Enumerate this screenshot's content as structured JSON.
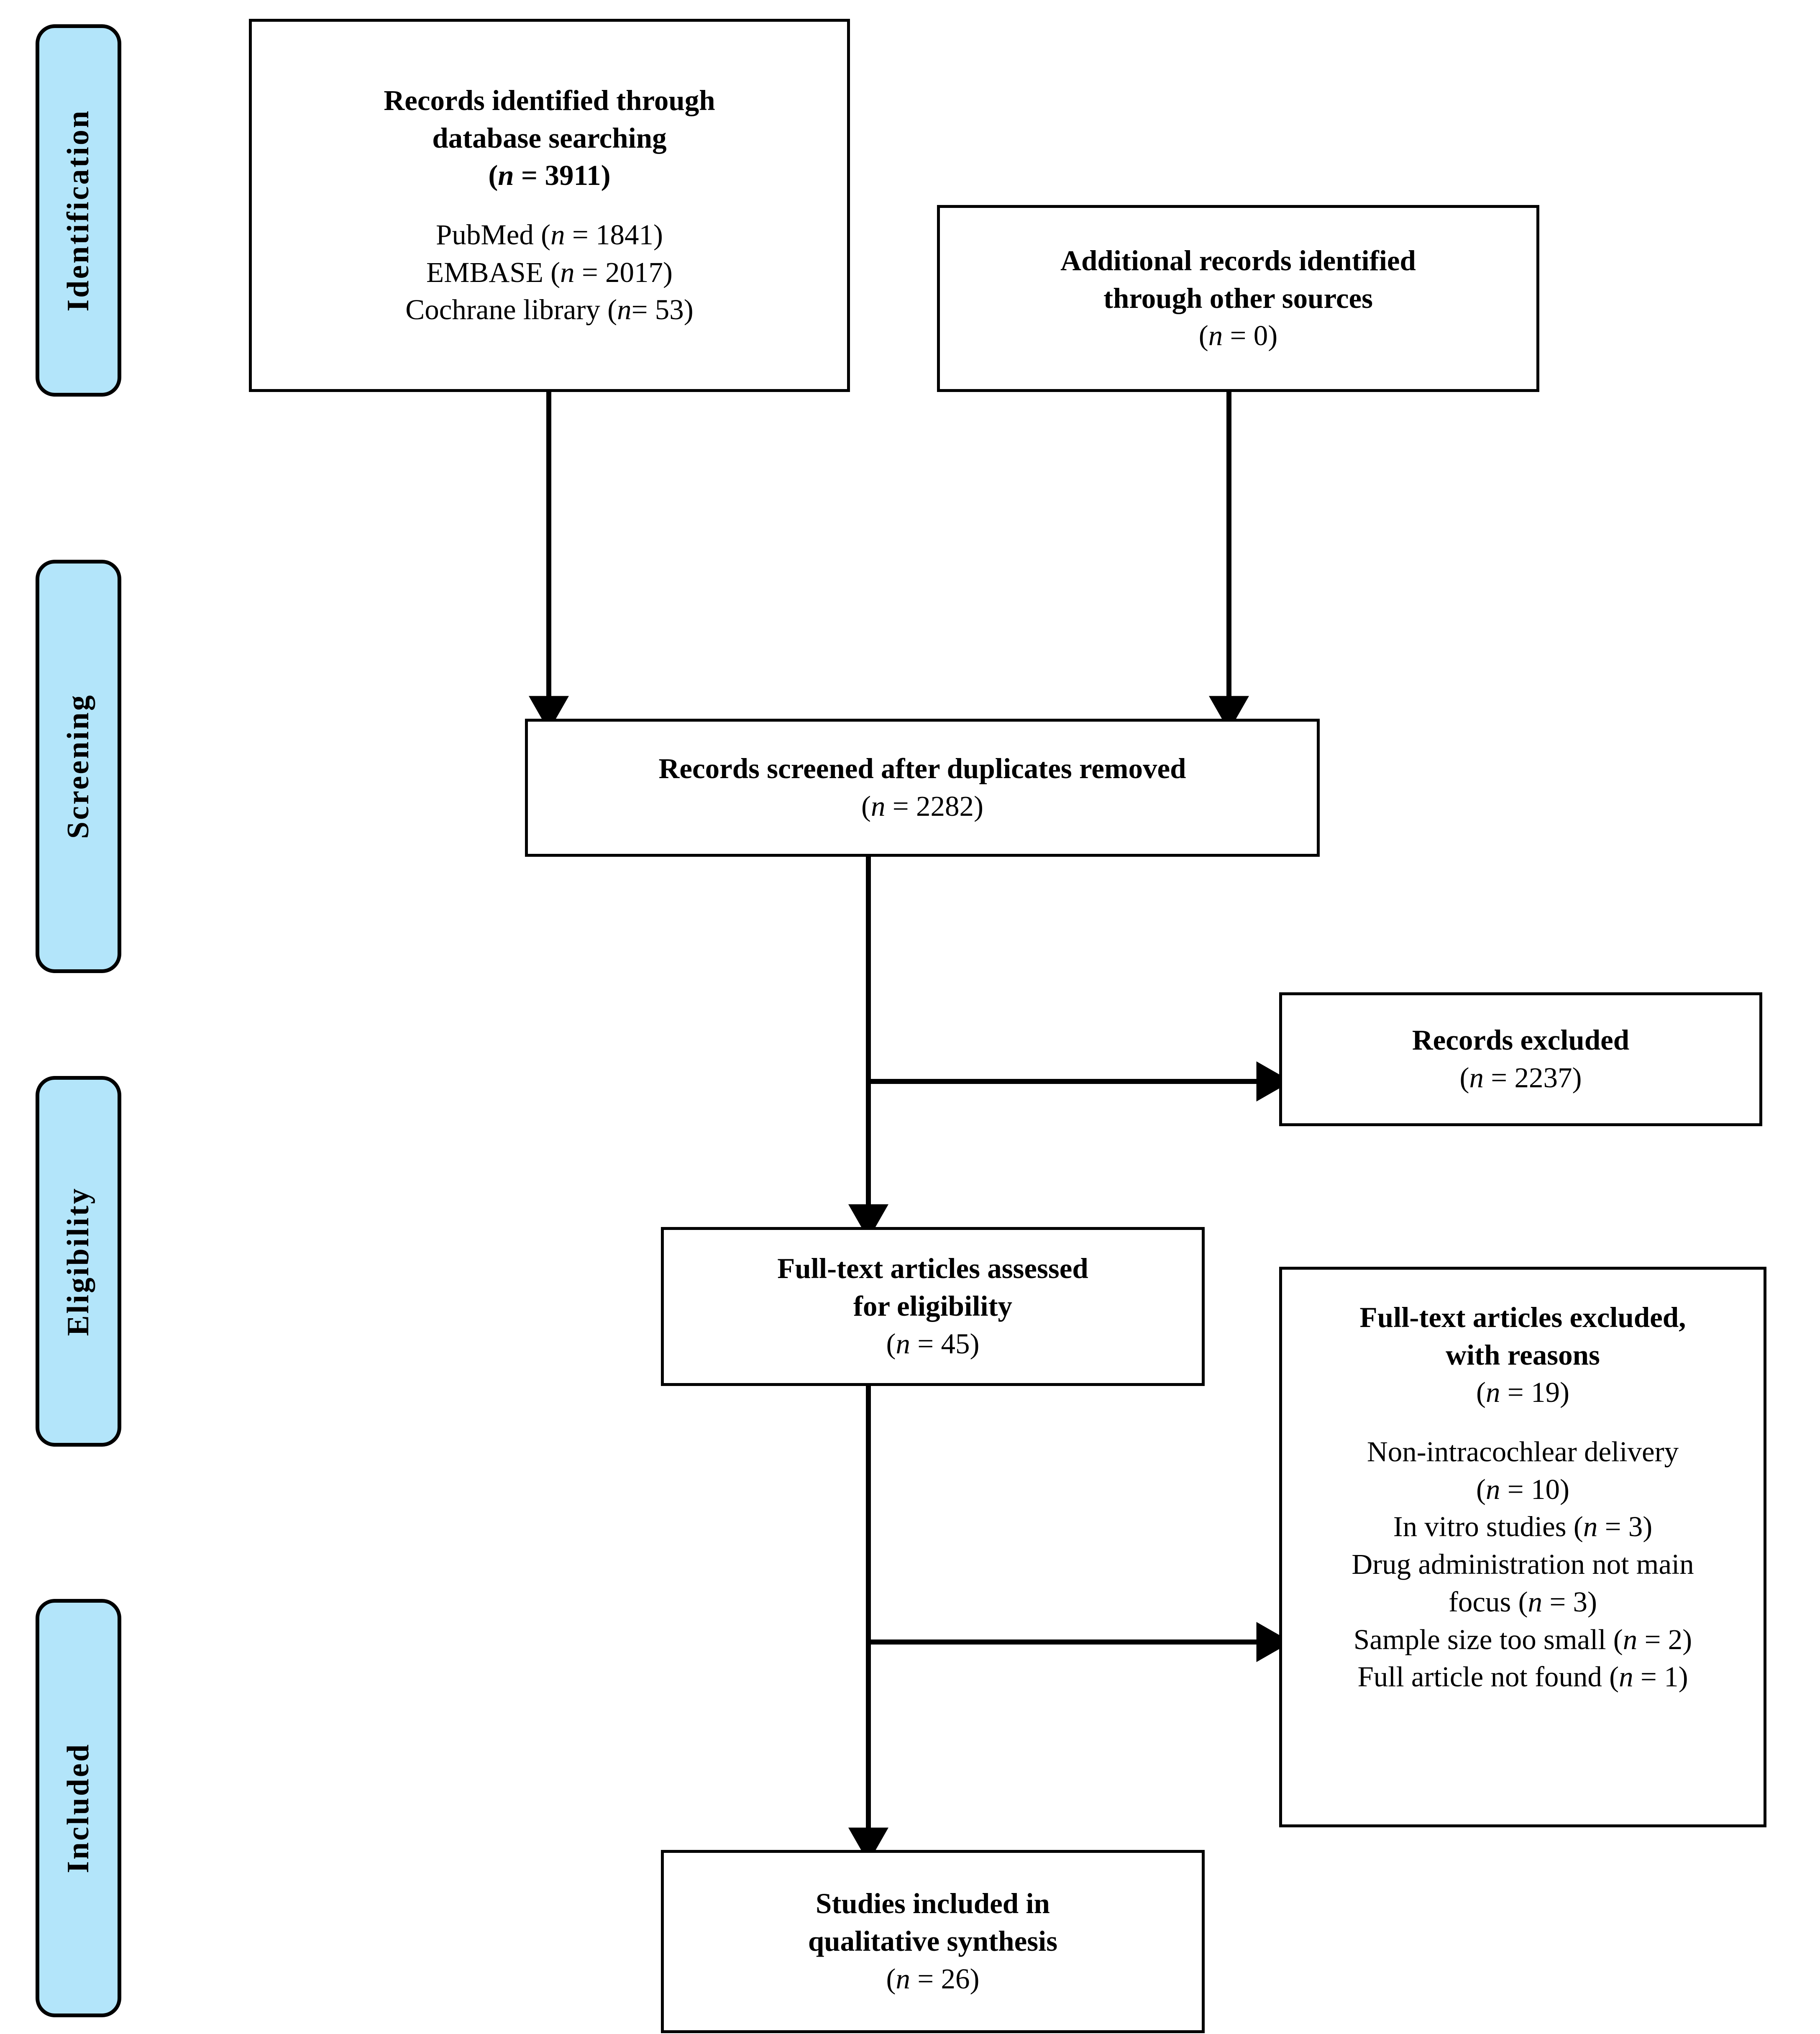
{
  "diagram": {
    "title": "PRISMA flow diagram",
    "accent_color": "#b3e5fa",
    "line_color": "#000000",
    "background_color": "#ffffff"
  },
  "phases": [
    {
      "id": "identification",
      "label": "Identification"
    },
    {
      "id": "screening",
      "label": "Screening"
    },
    {
      "id": "eligibility",
      "label": "Eligibility"
    },
    {
      "id": "included",
      "label": "Included"
    }
  ],
  "boxes": {
    "records_identified": {
      "line1": "Records identified through",
      "line2": "database searching",
      "count": "(n =  3911)",
      "source1": "PubMed (n = 1841)",
      "source2": "EMBASE (n = 2017)",
      "source3": "Cochrane library (n= 53)"
    },
    "additional_records": {
      "line1": "Additional records identified",
      "line2": "through other sources",
      "count": "(n = 0)"
    },
    "records_screened": {
      "line1": "Records screened after duplicates removed",
      "count": "(n = 2282)"
    },
    "records_excluded": {
      "line1": "Records excluded",
      "count": "(n =  2237)"
    },
    "fulltext_assessed": {
      "line1": "Full-text articles assessed",
      "line2": "for eligibility",
      "count": "(n =  45)"
    },
    "fulltext_excluded": {
      "line1": "Full-text articles excluded,",
      "line2": "with reasons",
      "count": "(n = 19)",
      "reasons": [
        "Non-intracochlear delivery",
        "(n = 10)",
        "In vitro studies (n = 3)",
        "Drug administration not main",
        "focus (n = 3)",
        "Sample size too small (n = 2)",
        "Full article not found (n = 1)"
      ]
    },
    "studies_included": {
      "line1": "Studies included in",
      "line2": "qualitative synthesis",
      "count": "(n = 26)"
    }
  }
}
